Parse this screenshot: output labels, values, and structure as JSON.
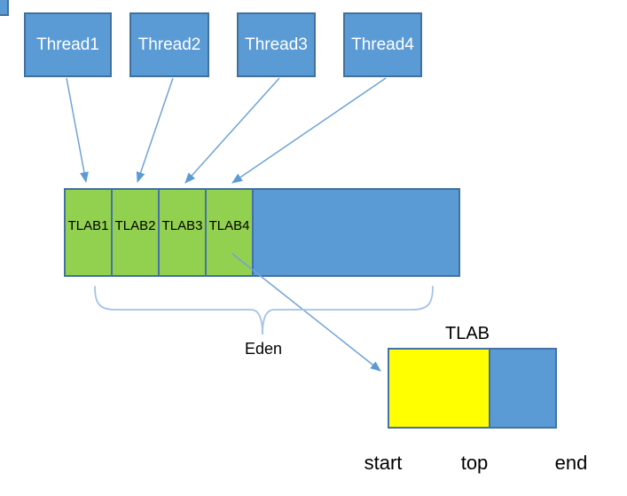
{
  "diagram": {
    "threads": [
      {
        "label": "Thread1"
      },
      {
        "label": "Thread2"
      },
      {
        "label": "Thread3"
      },
      {
        "label": "Thread4"
      }
    ],
    "eden": {
      "label": "Eden",
      "tlabs": [
        {
          "label": "TLAB1"
        },
        {
          "label": "TLAB2"
        },
        {
          "label": "TLAB3"
        },
        {
          "label": "TLAB4"
        }
      ]
    },
    "tlab_detail": {
      "title": "TLAB",
      "markers": [
        {
          "label": "start"
        },
        {
          "label": "top"
        },
        {
          "label": "end"
        }
      ]
    },
    "colors": {
      "box_blue": "#5b9bd5",
      "box_border": "#41719c",
      "tlab_green": "#92d050",
      "tlab_used_yellow": "#ffff00",
      "arrow_blue": "#5b9bd5",
      "brace_light_blue": "#a4c2e5",
      "text_dark": "#000000",
      "text_light": "#ffffff"
    }
  }
}
